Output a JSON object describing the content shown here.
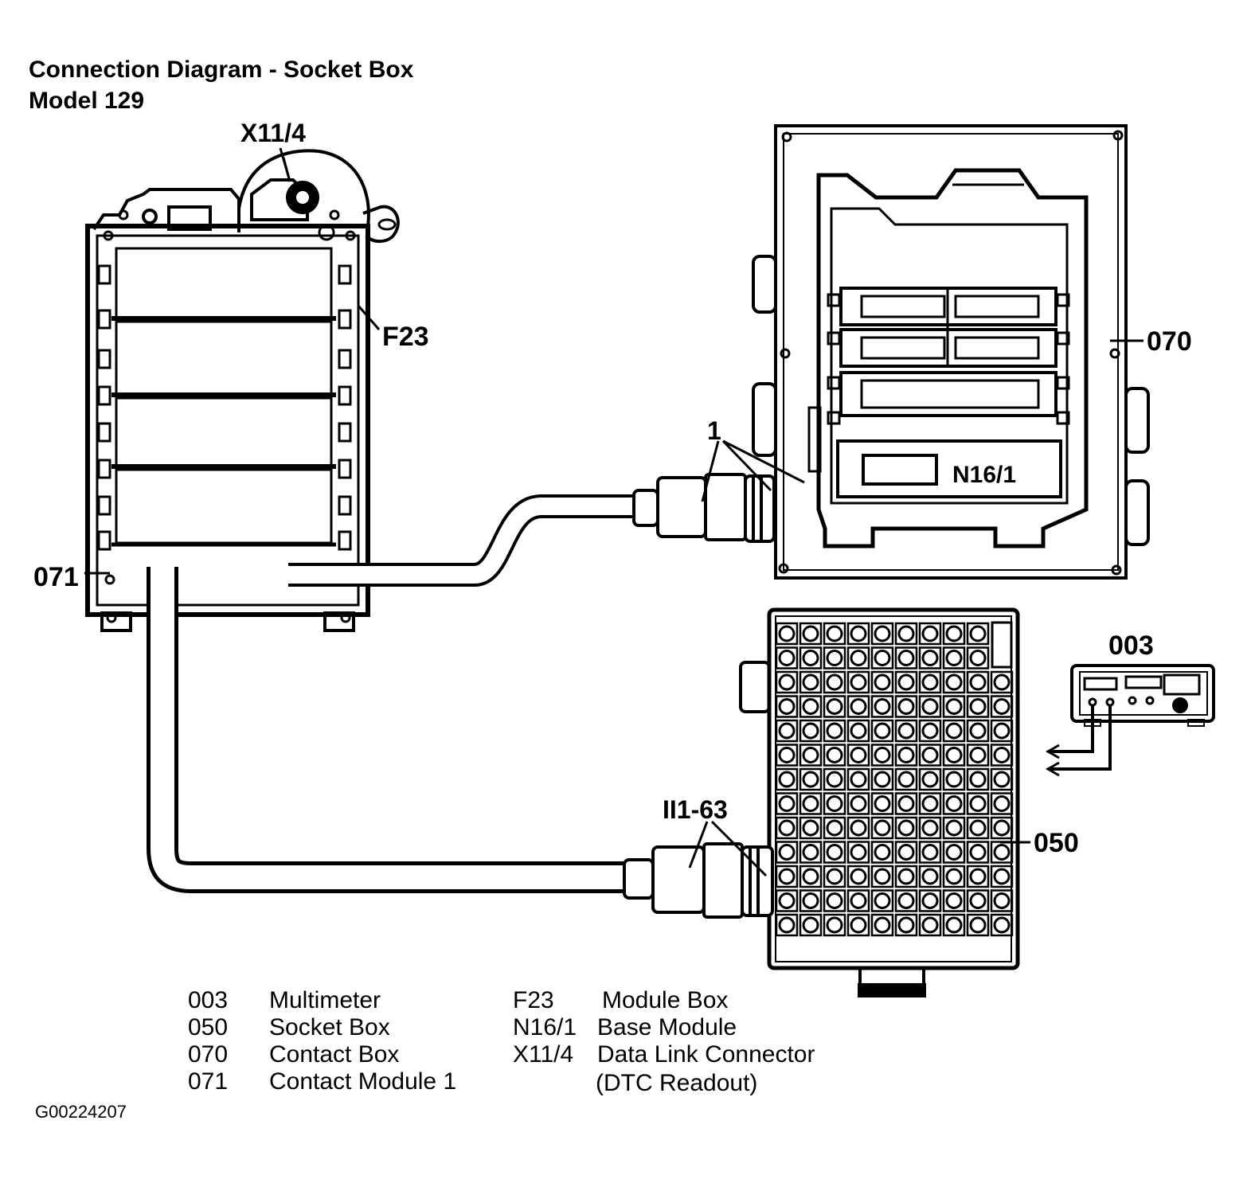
{
  "title": "Connection Diagram - Socket Box",
  "subtitle": "Model 129",
  "callouts": {
    "x11_4": "X11/4",
    "f23": "F23",
    "c070": "070",
    "c071": "071",
    "c003": "003",
    "c050": "050",
    "c1": "1",
    "ii1_63": "II1-63",
    "n16_1": "N16/1"
  },
  "legend_left": [
    {
      "code": "003",
      "desc": "Multimeter"
    },
    {
      "code": "050",
      "desc": "Socket Box"
    },
    {
      "code": "070",
      "desc": "Contact Box"
    },
    {
      "code": "071",
      "desc": "Contact Module 1"
    }
  ],
  "legend_right": [
    {
      "code": "F23",
      "desc": "Module Box"
    },
    {
      "code": "N16/1",
      "desc": "Base Module"
    },
    {
      "code": "X11/4",
      "desc": "Data Link Connector"
    },
    {
      "code": "",
      "desc": "(DTC Readout)"
    }
  ],
  "figure_id": "G00224207"
}
